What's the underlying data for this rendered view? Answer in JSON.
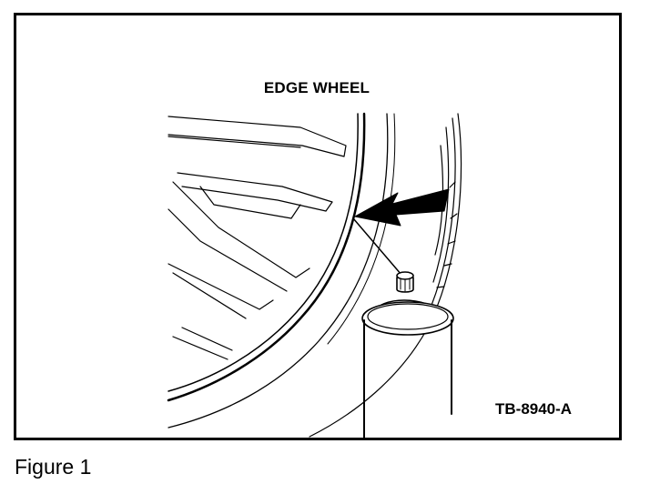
{
  "figure": {
    "callout_label": "EDGE WHEEL",
    "figure_id": "TB-8940-A",
    "caption": "Figure 1"
  }
}
